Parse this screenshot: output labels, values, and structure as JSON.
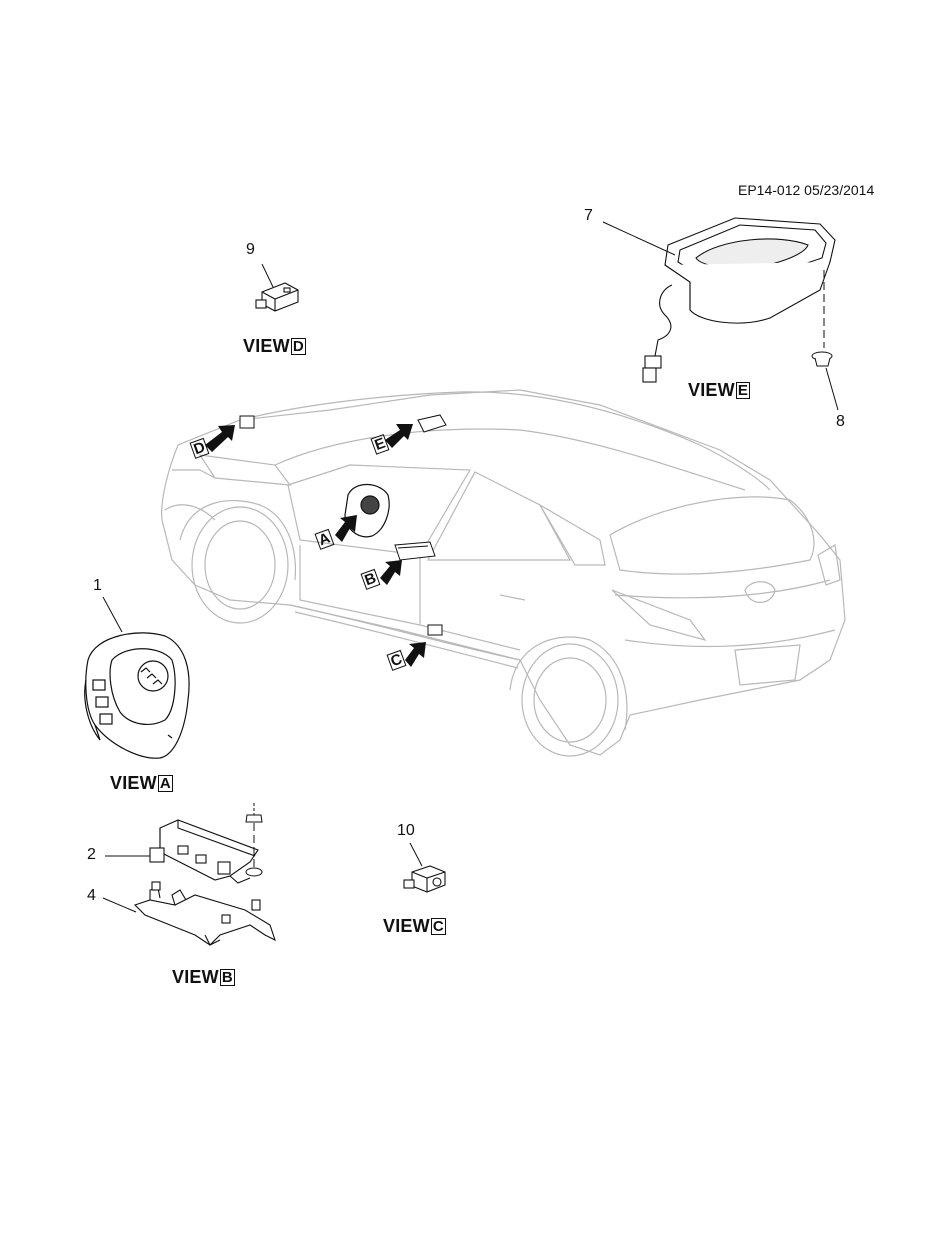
{
  "document_id": "EP14-012 05/23/2014",
  "view_prefix": "VIEW",
  "views": {
    "a": "A",
    "b": "B",
    "c": "C",
    "d": "D",
    "e": "E"
  },
  "callouts": {
    "n1": "1",
    "n2": "2",
    "n4": "4",
    "n7": "7",
    "n8": "8",
    "n9": "9",
    "n10": "10"
  },
  "arrow_letters": {
    "a": "A",
    "b": "B",
    "c": "C",
    "d": "D",
    "e": "E"
  }
}
